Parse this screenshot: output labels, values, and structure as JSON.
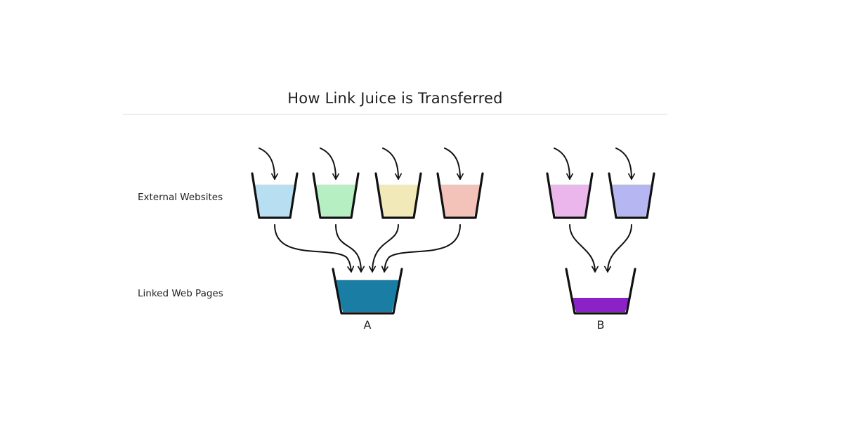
{
  "title": "How Link Juice is Transferred",
  "row_labels": {
    "external": "External Websites",
    "linked": "Linked Web Pages"
  },
  "external_websites": [
    {
      "fill_color": "#b8def2",
      "fill_level": 0.75,
      "links_to": "A"
    },
    {
      "fill_color": "#b6f0c2",
      "fill_level": 0.75,
      "links_to": "A"
    },
    {
      "fill_color": "#f1eab8",
      "fill_level": 0.75,
      "links_to": "A"
    },
    {
      "fill_color": "#f3c2b8",
      "fill_level": 0.75,
      "links_to": "A"
    },
    {
      "fill_color": "#eab6ec",
      "fill_level": 0.75,
      "links_to": "B"
    },
    {
      "fill_color": "#b6b6f2",
      "fill_level": 0.75,
      "links_to": "B"
    }
  ],
  "linked_pages": [
    {
      "label": "A",
      "fill_color": "#1a7ea4",
      "fill_level": 0.75
    },
    {
      "label": "B",
      "fill_color": "#8a22c8",
      "fill_level": 0.35
    }
  ]
}
